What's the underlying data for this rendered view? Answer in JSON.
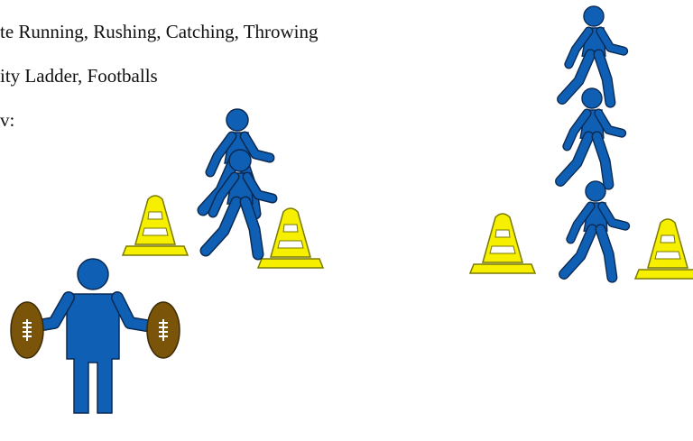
{
  "text_lines": [
    "te Running, Rushing, Catching, Throwing",
    "ity Ladder, Footballs",
    "v:"
  ],
  "colors": {
    "figure_fill": "#0f5fb4",
    "figure_stroke": "#0b2a52",
    "cone_fill": "#f6f000",
    "cone_stroke": "#7a7a00",
    "football_fill": "#7a5408",
    "football_stroke": "#3d2a04",
    "lace": "#ffffff"
  },
  "icons": [
    "runner-icon",
    "traffic-cone-icon",
    "football-icon",
    "coach-figure-icon"
  ]
}
